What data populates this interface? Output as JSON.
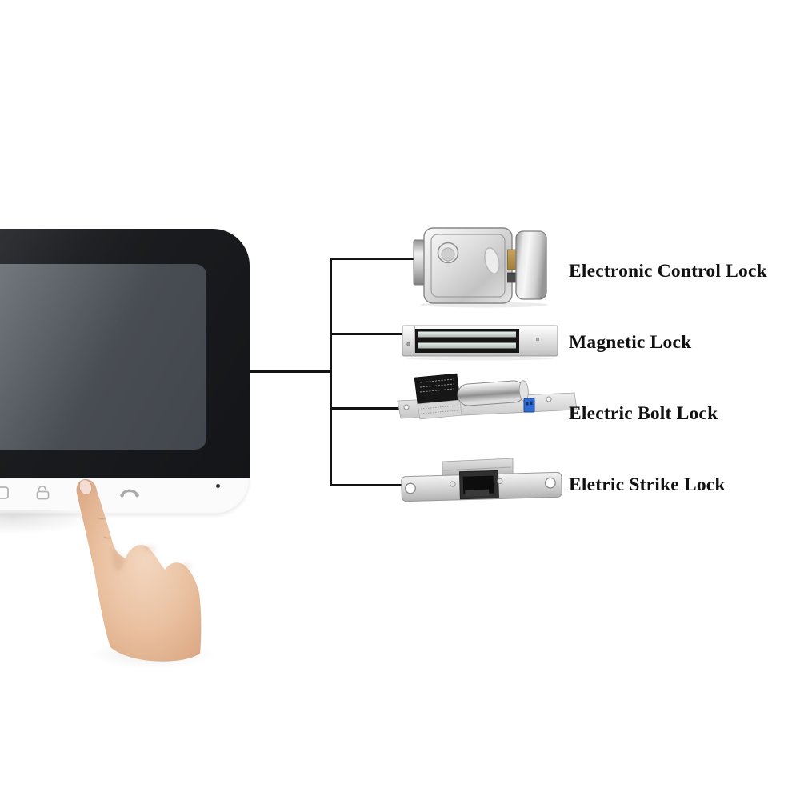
{
  "diagram": {
    "type": "product-connection-diagram",
    "device": {
      "name": "Video door phone indoor monitor",
      "buttons": [
        {
          "icon": "monitor-icon"
        },
        {
          "icon": "unlock-icon"
        },
        {
          "icon": "key-icon",
          "state": "pressed-by-finger"
        },
        {
          "icon": "phone-handset-icon"
        }
      ],
      "mic_hole": "mic-dot"
    },
    "locks": [
      {
        "id": "electronic-control-lock",
        "label": "Electronic Control Lock"
      },
      {
        "id": "magnetic-lock",
        "label": "Magnetic Lock"
      },
      {
        "id": "electric-bolt-lock",
        "label": "Electric Bolt Lock"
      },
      {
        "id": "electric-strike-lock",
        "label": "Eletric Strike Lock"
      }
    ],
    "colors": {
      "background": "#ffffff",
      "connector_line": "#141414",
      "label_text": "#111111",
      "monitor_body": "#1d1f22",
      "screen_panel": "#4a4e55",
      "control_bar": "#fbfbfc",
      "icon_gray": "#b0b0b0",
      "blue_connector": "#2e6bd6",
      "skin": "#eac2a2"
    }
  }
}
